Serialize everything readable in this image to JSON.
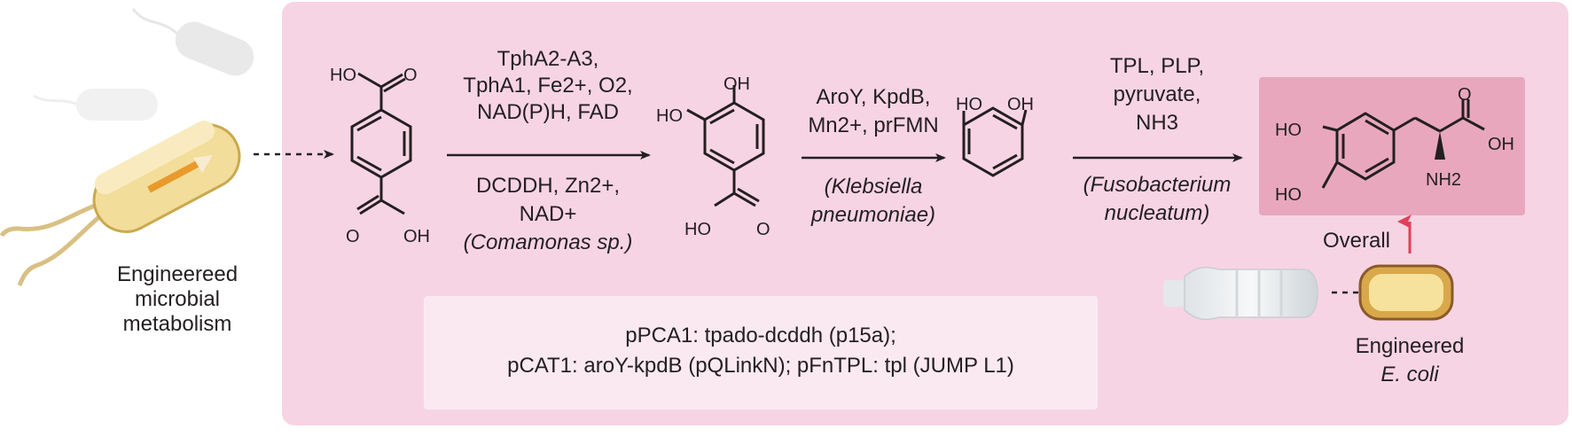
{
  "left_label": "Engineereed microbial metabolism",
  "step1": {
    "above": [
      "TphA2-A3,",
      "TphA1, Fe2+, O2,",
      "NAD(P)H, FAD"
    ],
    "below": [
      "DCDDH, Zn2+,",
      "NAD+",
      "(Comamonas sp.)"
    ]
  },
  "step2": {
    "above": [
      "AroY, KpdB,",
      "Mn2+, prFMN"
    ],
    "below": [
      "(Klebsiella",
      "pneumoniae)"
    ]
  },
  "step3": {
    "above": [
      "TPL, PLP,",
      "pyruvate,",
      "NH3"
    ],
    "below": [
      "(Fusobacterium",
      "nucleatum)"
    ]
  },
  "plasmids": [
    "pPCA1: tpado-dcddh (p15a);",
    "pCAT1: aroY-kpdB (pQLinkN); pFnTPL: tpl (JUMP L1)"
  ],
  "overall_label": "Overall",
  "engineered_label": [
    "Engineered",
    "E. coli"
  ],
  "atom_labels": {
    "tpa_top_oh": "HO",
    "tpa_top_o": "O",
    "tpa_bot_o": "O",
    "tpa_bot_oh": "OH",
    "pca_oh1": "OH",
    "pca_oh2": "HO",
    "pca_bot_oh": "HO",
    "pca_bot_o": "O",
    "cat_oh1": "HO",
    "cat_oh2": "OH",
    "dopa_ho1": "HO",
    "dopa_ho2": "HO",
    "dopa_o": "O",
    "dopa_oh": "OH",
    "dopa_nh2": "NH2"
  },
  "colors": {
    "panel": "#f7d4e4",
    "product_box": "#e8a7bd",
    "plasmid_box": "#fbe9f1",
    "cell_fill": "#f3dd9a",
    "cell_outline": "#c9a94f",
    "red_arrow": "#e0405a"
  }
}
